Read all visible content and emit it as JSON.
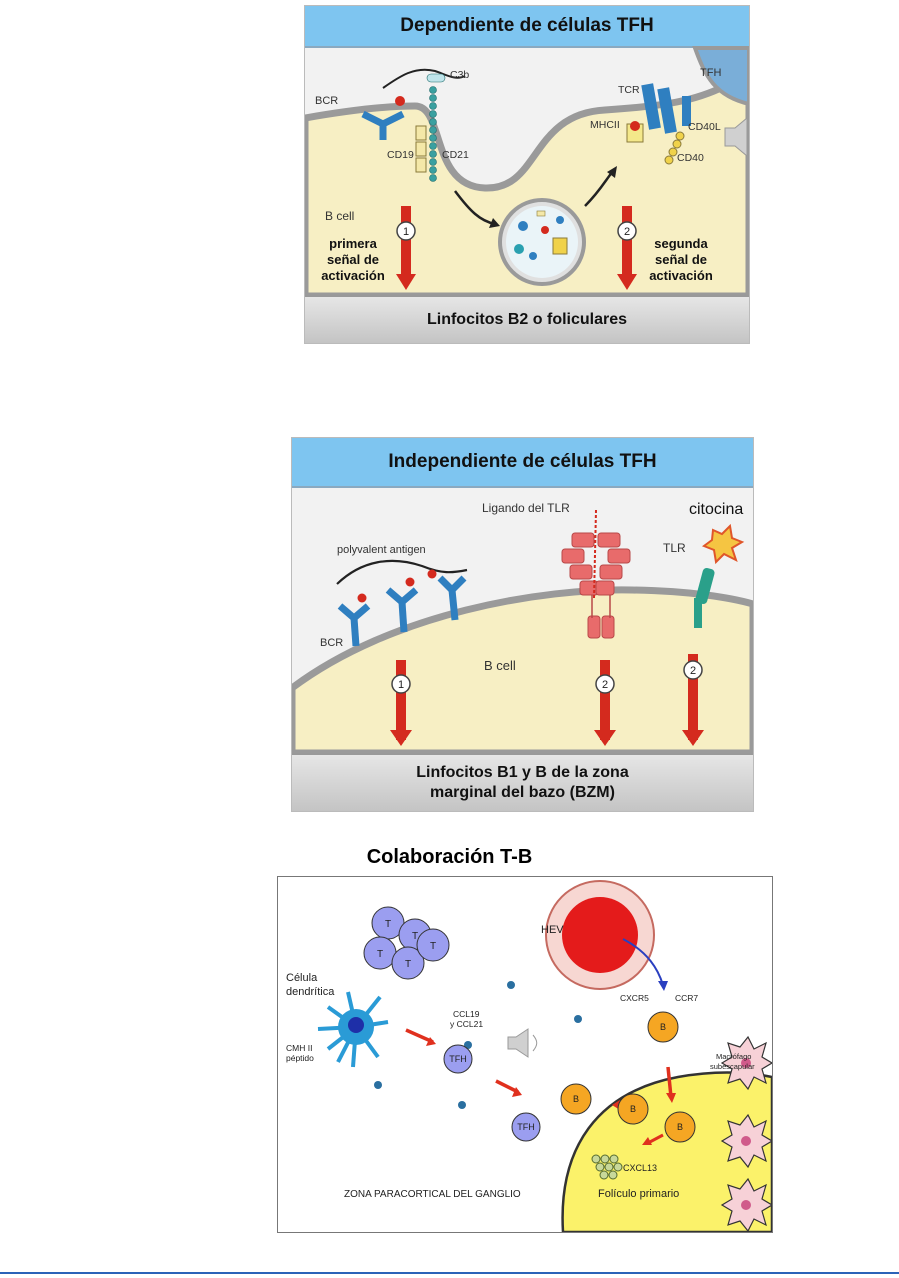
{
  "panel1": {
    "header": "Dependiente de células TFH",
    "footer": "Linfocitos B2 o foliculares",
    "labels": {
      "bcr": "BCR",
      "c3b": "C3b",
      "cd19": "CD19",
      "cd21": "CD21",
      "bcell": "B cell",
      "tcr": "TCR",
      "tfh": "TFH",
      "mhcii": "MHCII",
      "cd40l": "CD40L",
      "cd40": "CD40",
      "signal1_num": "1",
      "signal2_num": "2",
      "signal1_l1": "primera",
      "signal1_l2": "señal de",
      "signal1_l3": "activación",
      "signal2_l1": "segunda",
      "signal2_l2": "señal de",
      "signal2_l3": "activación"
    }
  },
  "panel2": {
    "header": "Independiente de células TFH",
    "footer_l1": "Linfocitos B1 y B de la zona",
    "footer_l2": "marginal del bazo (BZM)",
    "labels": {
      "ligand": "Ligando del TLR",
      "citocina": "citocina",
      "tlr": "TLR",
      "polyvalent": "polyvalent antigen",
      "bcr": "BCR",
      "bcell": "B cell",
      "n1": "1",
      "n2a": "2",
      "n2b": "2"
    }
  },
  "panel3": {
    "caption": "Colaboración T-B",
    "labels": {
      "hev": "HEV",
      "celula_l1": "Célula",
      "celula_l2": "dendrítica",
      "ccl_l1": "CCL19",
      "ccl_l2": "y CCL21",
      "cxcr5": "CXCR5",
      "ccr7": "CCR7",
      "macro_l1": "Macrófago",
      "macro_l2": "subescapular",
      "cmh_l1": "CMH II",
      "cmh_l2": "péptido",
      "tfh_a": "TFH",
      "tfh_b": "TFH",
      "t": "T",
      "b": "B",
      "cxcl13": "CXCL13",
      "zona": "ZONA PARACORTICAL DEL GANGLIO",
      "foliculo": "Folículo primario"
    }
  },
  "colors": {
    "header_blue": "#7ec5f0",
    "cell_fill": "#f7efc4",
    "arrow_red": "#d42a1e",
    "receptor_blue": "#2f7fc0",
    "tlr_pink": "#e86b6b",
    "follicle_yellow": "#fbf26a",
    "b_cell_orange": "#f5a623",
    "t_cell_violet": "#9b9ef0",
    "dendritic_blue": "#2a9bd6"
  },
  "icons": [
    "speaker-icon"
  ]
}
